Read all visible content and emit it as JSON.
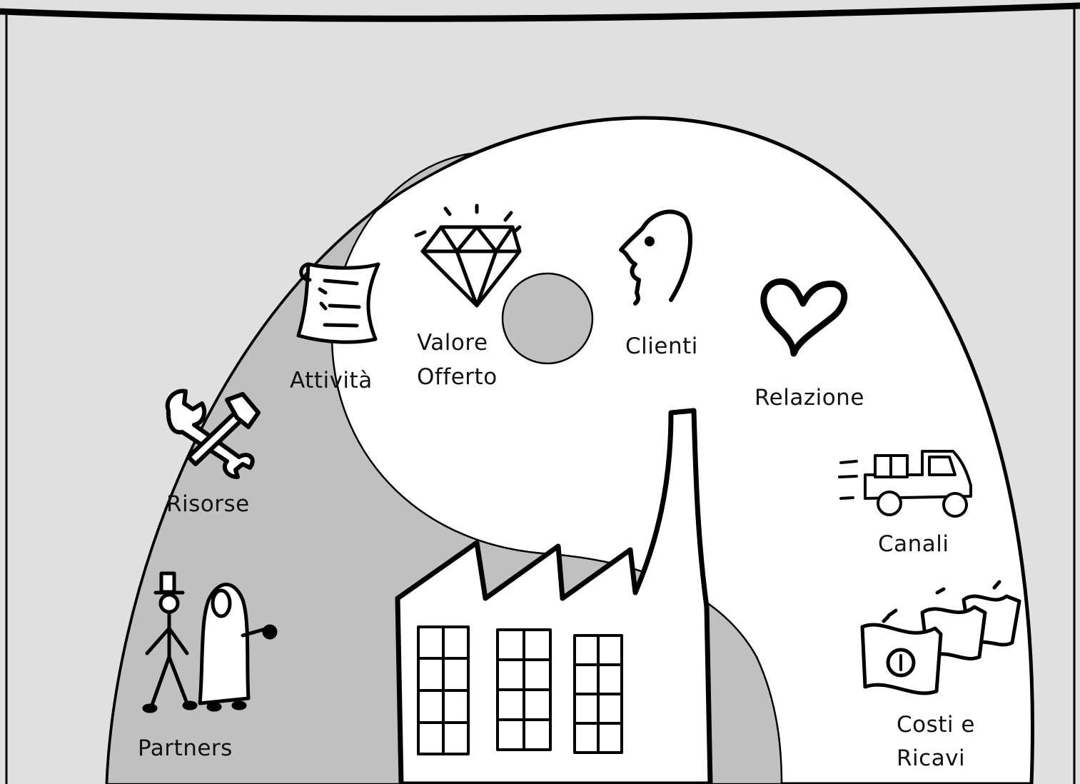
{
  "colors": {
    "background": "#e0e0e0",
    "outer_region": "#c0c0c0",
    "inner_region": "#ffffff",
    "stroke": "#000000"
  },
  "labels": {
    "attivita": "Attività",
    "valore_line1": "Valore",
    "valore_line2": "Offerto",
    "clienti": "Clienti",
    "relazione": "Relazione",
    "risorse": "Risorse",
    "canali": "Canali",
    "partners": "Partners",
    "costi_line1": "Costi e",
    "costi_line2": "Ricavi"
  },
  "icons": {
    "attivita": "scroll-icon",
    "valore": "diamond-icon",
    "clienti": "face-profile-icon",
    "relazione": "heart-icon",
    "risorse": "wrench-hammer-icon",
    "canali": "delivery-truck-icon",
    "partners": "bride-groom-icon",
    "costi": "money-bills-icon",
    "center": "factory-icon"
  }
}
